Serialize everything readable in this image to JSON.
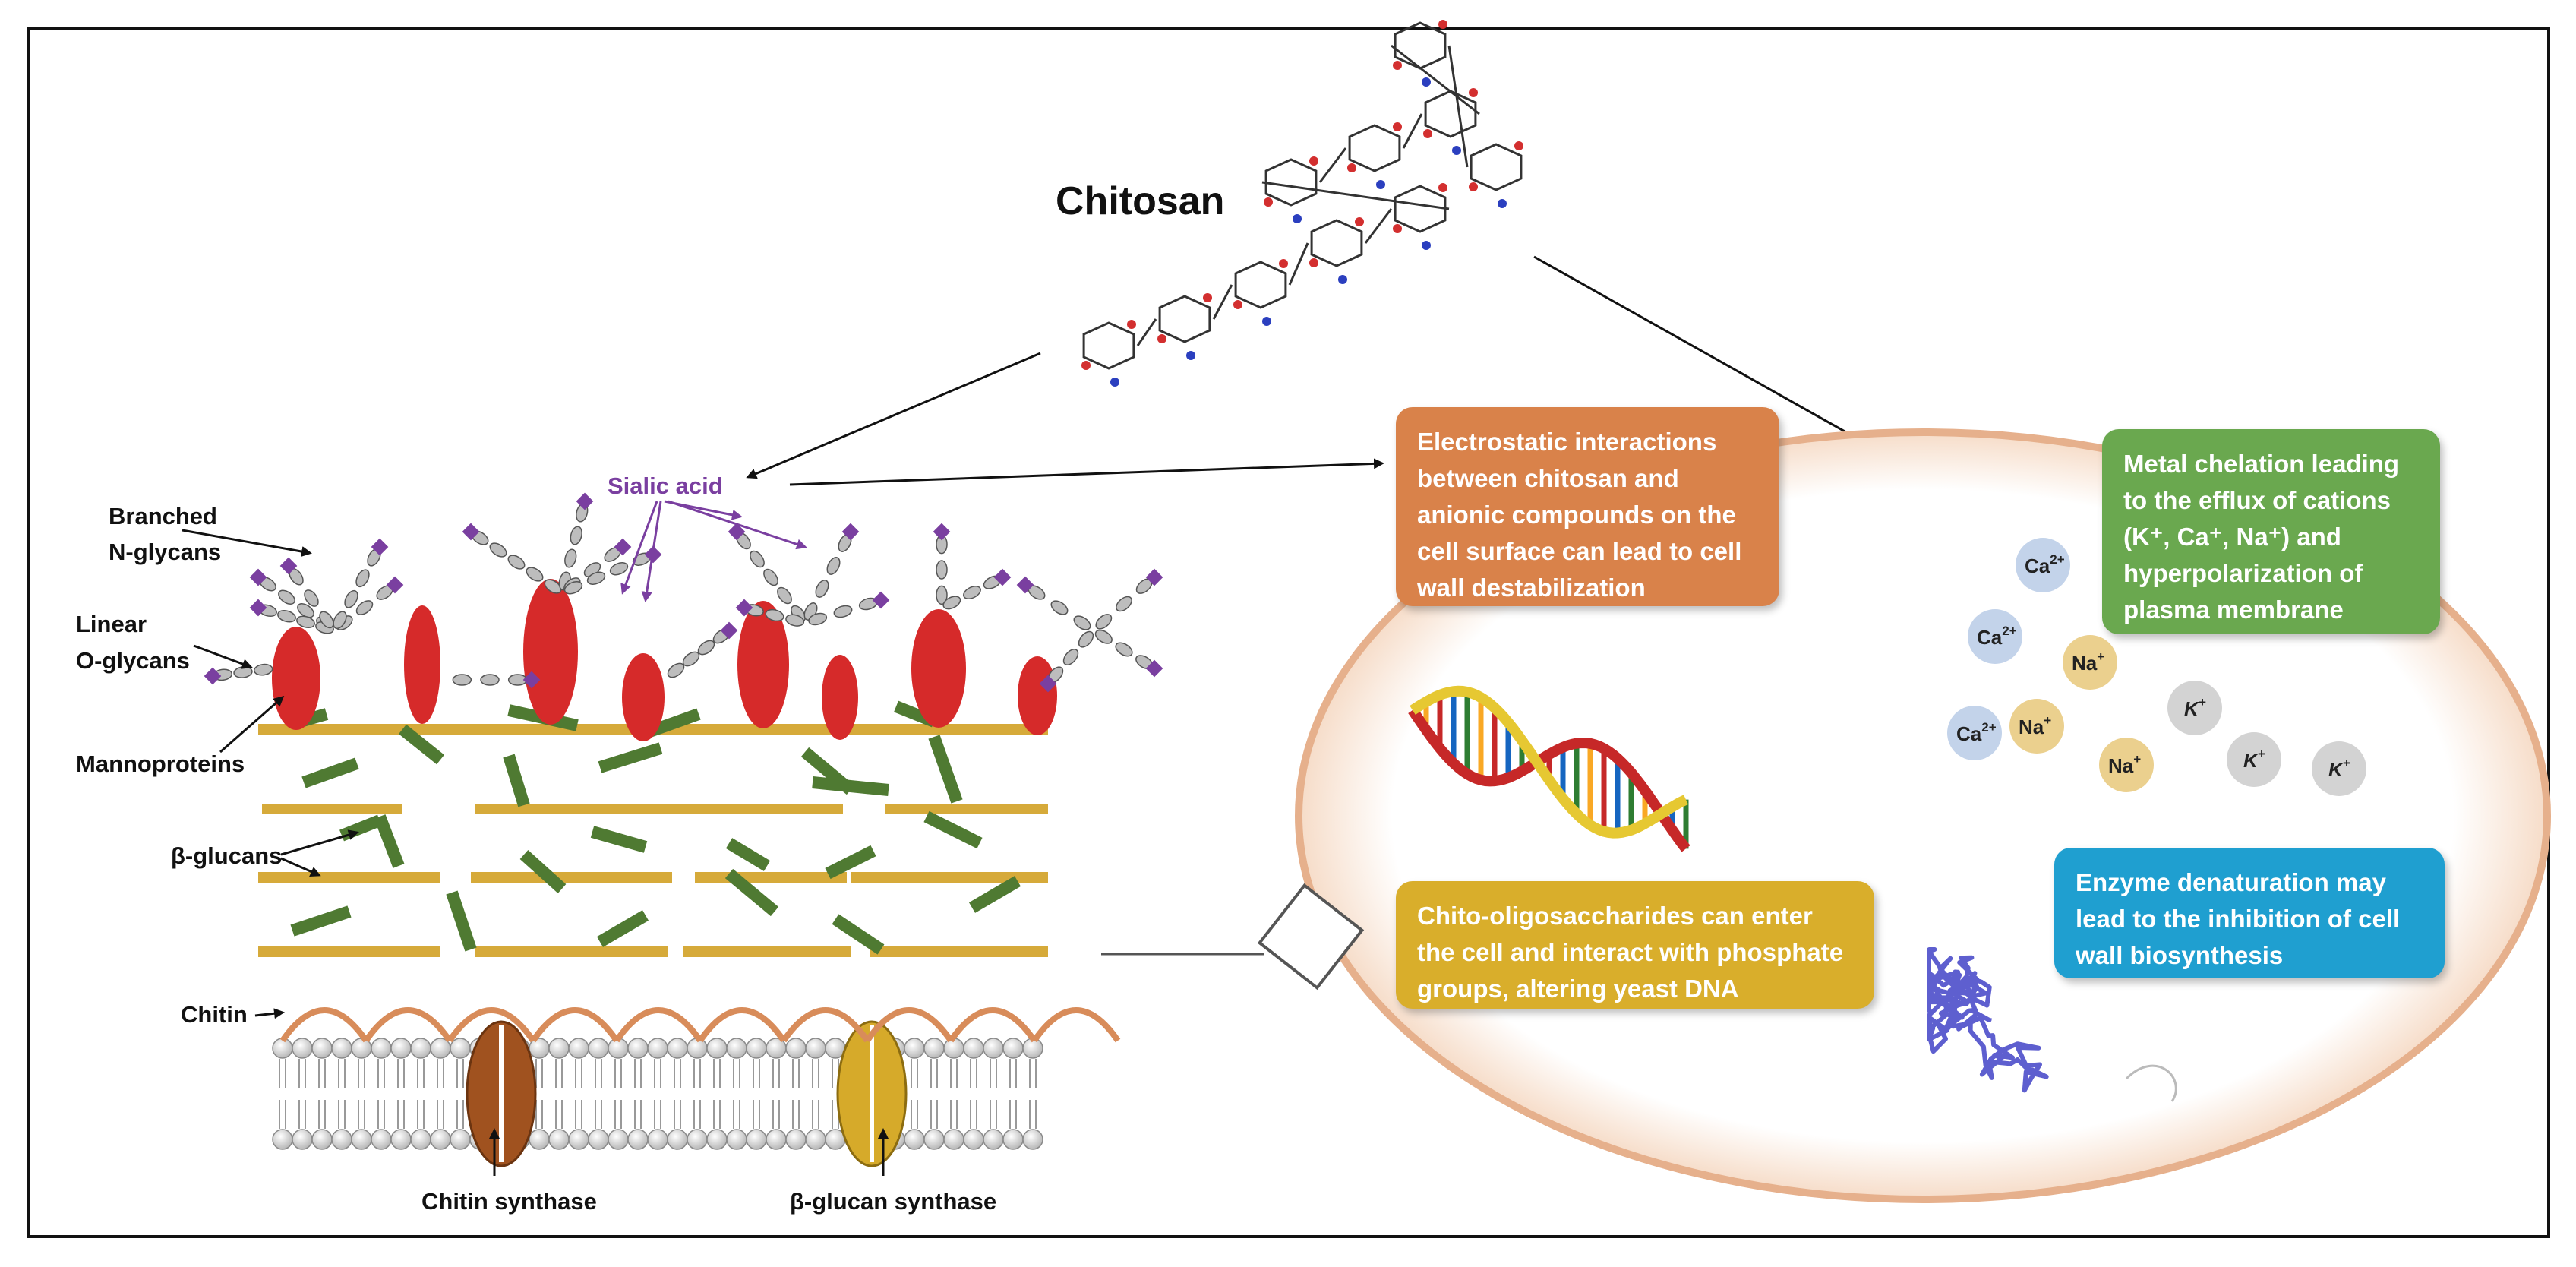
{
  "title": "Chitosan",
  "labels": {
    "branched": "Branched",
    "nglycans": "N-glycans",
    "linear": "Linear",
    "oglycans": "O-glycans",
    "mannoproteins": "Mannoproteins",
    "bglucans": "β-glucans",
    "chitin": "Chitin",
    "sialic": "Sialic acid",
    "chitin_synthase": "Chitin synthase",
    "glucan_synthase": "β-glucan synthase"
  },
  "boxes": {
    "electrostatic": {
      "text": "Electrostatic interactions between chitosan and anionic compounds on the cell surface can lead to cell wall destabilization",
      "color": "#d9824a"
    },
    "metal": {
      "text": "Metal chelation leading to the efflux of cations (K⁺, Ca⁺, Na⁺) and hyperpolarization of plasma membrane",
      "color": "#6aa84f"
    },
    "chito": {
      "text": "Chito-oligosaccharides can enter the cell and interact with phosphate groups, altering yeast DNA",
      "color": "#d9ae2b"
    },
    "enzyme": {
      "text": "Enzyme denaturation may lead to the inhibition of cell wall biosynthesis",
      "color": "#1f9fd0"
    }
  },
  "ions": [
    {
      "base": "Ca",
      "sup": "2+",
      "type": "ca"
    },
    {
      "base": "Ca",
      "sup": "2+",
      "type": "ca"
    },
    {
      "base": "Ca",
      "sup": "2+",
      "type": "ca"
    },
    {
      "base": "Na",
      "sup": "+",
      "type": "na"
    },
    {
      "base": "Na",
      "sup": "+",
      "type": "na"
    },
    {
      "base": "Na",
      "sup": "+",
      "type": "na"
    },
    {
      "base": "K",
      "sup": "+",
      "type": "k"
    },
    {
      "base": "K",
      "sup": "+",
      "type": "k"
    },
    {
      "base": "K",
      "sup": "+",
      "type": "k"
    }
  ],
  "colors": {
    "ca": "#c3d3ea",
    "na": "#ebd08e",
    "k": "#d3d3d3",
    "mannoprotein": "#d62a2a",
    "glucan_bar": "#d6aa3a",
    "glucan_stick": "#4f7a32",
    "chitin_arc": "#d88c5a",
    "sialic": "#7a3fa0",
    "cell_border": "#e6b08c"
  }
}
